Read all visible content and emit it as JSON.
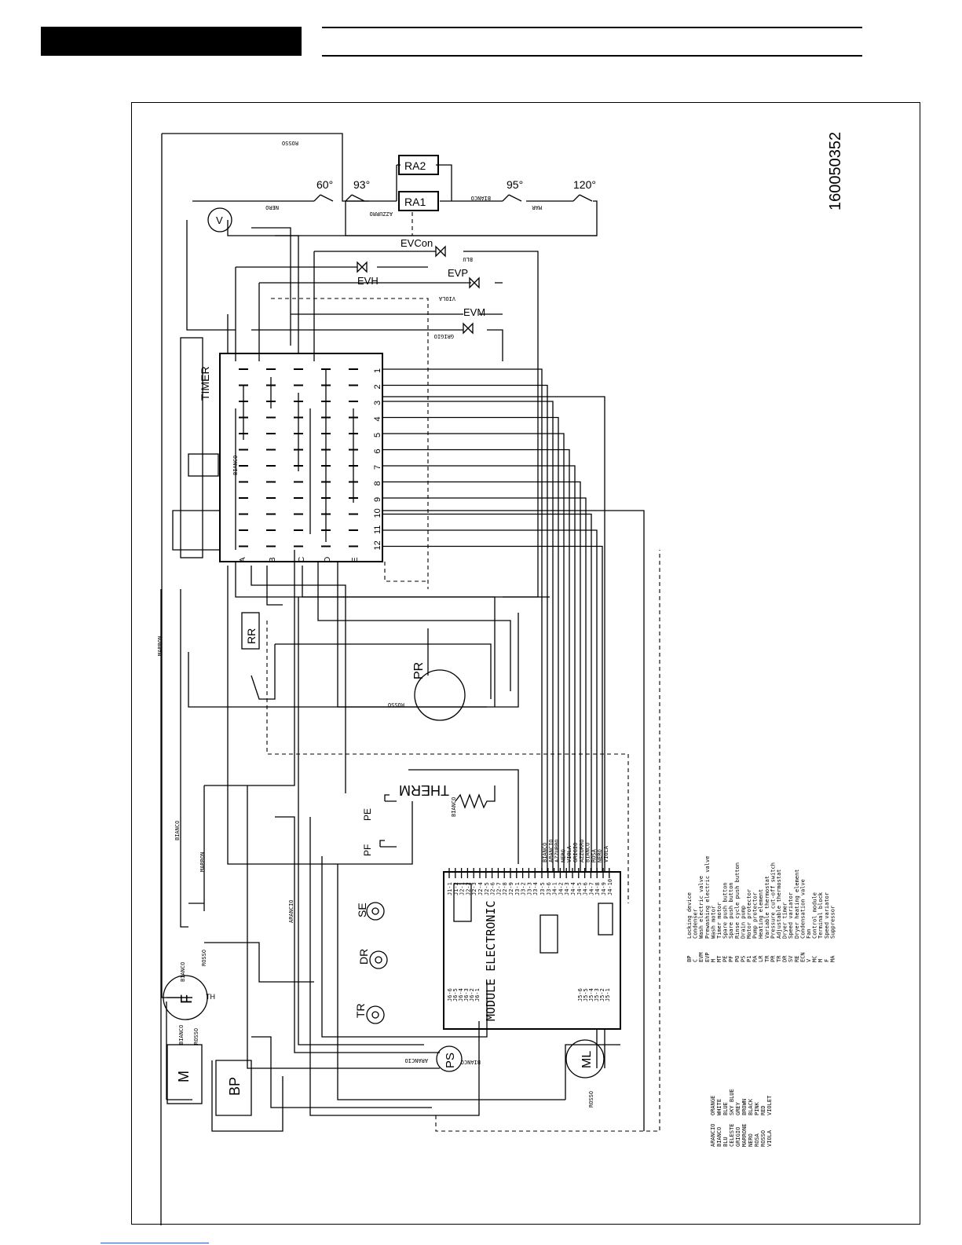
{
  "drawing_number": "160050352",
  "temperatures": [
    "60°",
    "93°",
    "95°",
    "120°"
  ],
  "timer": {
    "label": "TIMER",
    "positions": [
      "1",
      "2",
      "3",
      "4",
      "5",
      "6",
      "7",
      "8",
      "9",
      "10",
      "11",
      "12"
    ],
    "rows": [
      "A",
      "B",
      "C",
      "D",
      "E"
    ]
  },
  "components": {
    "V": "V",
    "RA1": "RA1",
    "RA2": "RA2",
    "EVCon": "EVCon",
    "EVH": "EVH",
    "EVP": "EVP",
    "EVM": "EVM",
    "RR": "RR",
    "PR": "PR",
    "THERM": "THERM",
    "PE": "PE",
    "PF": "PF",
    "SE": "SE",
    "DR": "DR",
    "TR": "TR",
    "F": "F",
    "M": "M",
    "BP": "BP",
    "PS": "PS",
    "ML": "ML",
    "TH": "TH",
    "module": "MODULE ELECTRONIC"
  },
  "wire_labels": {
    "rosso": "ROSSO",
    "nero": "NERO",
    "azzurro": "AZZURRO",
    "bianco": "BIANCO",
    "marron": "MARRON",
    "arancio": "ARANCIO",
    "blu": "BLU",
    "grigio": "GRIGIO",
    "viola": "VIOLA",
    "rosa": "ROSA",
    "mar": "MAR"
  },
  "module_pins": {
    "j_left": [
      "J1-1",
      "J1-2",
      "J2-1",
      "J2-2",
      "J2-3",
      "J2-4",
      "J2-5",
      "J2-6",
      "J2-7",
      "J2-8",
      "J2-9",
      "J3-1",
      "J3-2",
      "J3-3",
      "J3-4"
    ],
    "j_right": [
      "J3-5",
      "J3-6",
      "J4-1",
      "J4-2",
      "J4-3",
      "J4-4",
      "J4-5",
      "J4-6",
      "J4-7",
      "J4-8",
      "J4-9",
      "J4-10"
    ],
    "j6": [
      "J6-6",
      "J6-5",
      "J6-4",
      "J6-3",
      "J6-2",
      "J6-1"
    ],
    "j5": [
      "J5-6",
      "J5-5",
      "J5-4",
      "J5-3",
      "J5-2",
      "J5-1"
    ]
  },
  "pin_wire_colours": [
    "BIANCO",
    "ARANCIO",
    "AZZURRO",
    "NERO",
    "VIOLA",
    "GRIGIO",
    "AZZURRO",
    "BIANCO",
    "ROSA",
    "NERO",
    "VIOLA"
  ],
  "legend": [
    {
      "code": "BP",
      "desc": "Locking device"
    },
    {
      "code": "C",
      "desc": "Condenser"
    },
    {
      "code": "EVM",
      "desc": "Wash electric valve"
    },
    {
      "code": "EVP",
      "desc": "Prewashing electric valve"
    },
    {
      "code": "M",
      "desc": "Wash motor"
    },
    {
      "code": "MT",
      "desc": "Timer motor"
    },
    {
      "code": "PE",
      "desc": "Spare push button"
    },
    {
      "code": "PF",
      "desc": "Spare push button"
    },
    {
      "code": "PO",
      "desc": "Rinse cycle push button"
    },
    {
      "code": "PS",
      "desc": "Drain pump"
    },
    {
      "code": "P1",
      "desc": "Motor protector"
    },
    {
      "code": "RA",
      "desc": "Pump protector"
    },
    {
      "code": "LR",
      "desc": "Heating element"
    },
    {
      "code": "TR",
      "desc": "Variable thermostat"
    },
    {
      "code": "PR",
      "desc": "Pressure cut-off switch"
    },
    {
      "code": "TR",
      "desc": "Adjustable thermostat"
    },
    {
      "code": "DR",
      "desc": "Dryer timer"
    },
    {
      "code": "SV",
      "desc": "Speed variator"
    },
    {
      "code": "RE",
      "desc": "Dryer heating element"
    },
    {
      "code": "ECN",
      "desc": "Condensation valve"
    },
    {
      "code": "V",
      "desc": "Fan"
    },
    {
      "code": "MC",
      "desc": "Control module"
    },
    {
      "code": "M",
      "desc": "Terminal block"
    },
    {
      "code": "F",
      "desc": "Speed variator"
    },
    {
      "code": "MA",
      "desc": "Suppressor"
    }
  ],
  "colour_legend": [
    {
      "it": "ARANCIO",
      "en": "ORANGE"
    },
    {
      "it": "BIANCO",
      "en": "WHITE"
    },
    {
      "it": "BLU",
      "en": "BLUE"
    },
    {
      "it": "CELESTE",
      "en": "SKY BLUE"
    },
    {
      "it": "GRIGIO",
      "en": "GREY"
    },
    {
      "it": "MARRONE",
      "en": "BROWN"
    },
    {
      "it": "NERO",
      "en": "BLACK"
    },
    {
      "it": "ROSA",
      "en": "PINK"
    },
    {
      "it": "ROSSO",
      "en": "RED"
    },
    {
      "it": "VIOLA",
      "en": "VIOLET"
    }
  ]
}
